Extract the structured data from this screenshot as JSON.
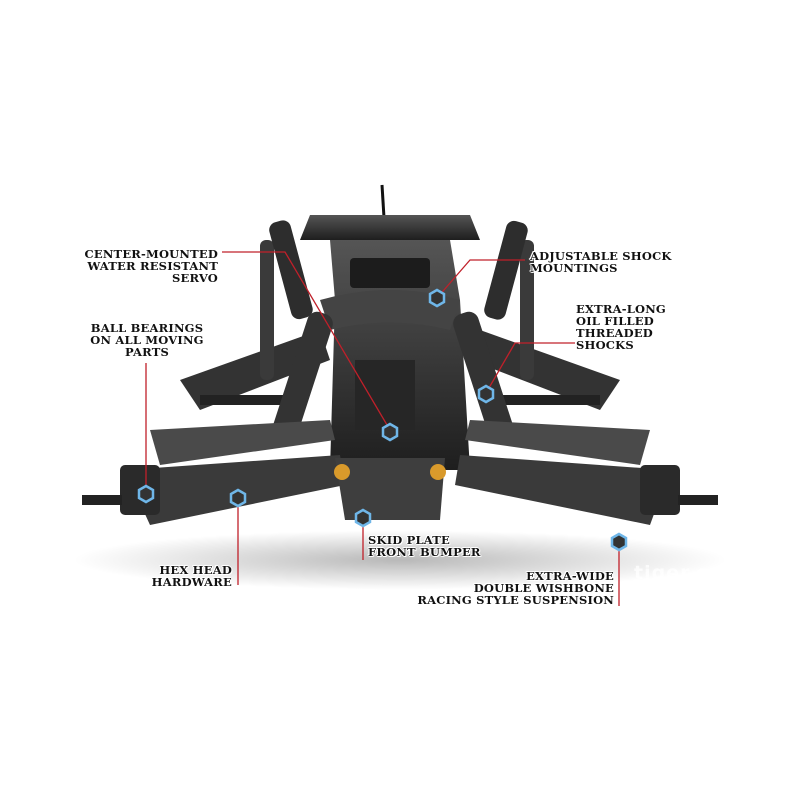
{
  "callouts": {
    "servo": {
      "lines": [
        "CENTER-MOUNTED",
        "WATER RESISTANT",
        "SERVO"
      ]
    },
    "shock_mount": {
      "lines": [
        "ADJUSTABLE SHOCK",
        "MOUNTINGS"
      ]
    },
    "bearings": {
      "lines": [
        "BALL BEARINGS",
        "ON ALL MOVING",
        "PARTS"
      ]
    },
    "shocks": {
      "lines": [
        "EXTRA-LONG",
        "OIL FILLED",
        "THREADED",
        "SHOCKS"
      ]
    },
    "hex": {
      "lines": [
        "HEX HEAD",
        "HARDWARE"
      ]
    },
    "skid": {
      "lines": [
        "SKID PLATE",
        "FRONT BUMPER"
      ]
    },
    "suspension": {
      "lines": [
        "EXTRA-WIDE",
        "DOUBLE WISHBONE",
        "RACING STYLE SUSPENSION"
      ]
    }
  },
  "watermark": "tiger.com",
  "colors": {
    "leader_line": "#c0202a",
    "hex_marker": "#6fb6e8",
    "chassis": "#2b2b2b",
    "accent_bushing": "#d99a2b"
  }
}
